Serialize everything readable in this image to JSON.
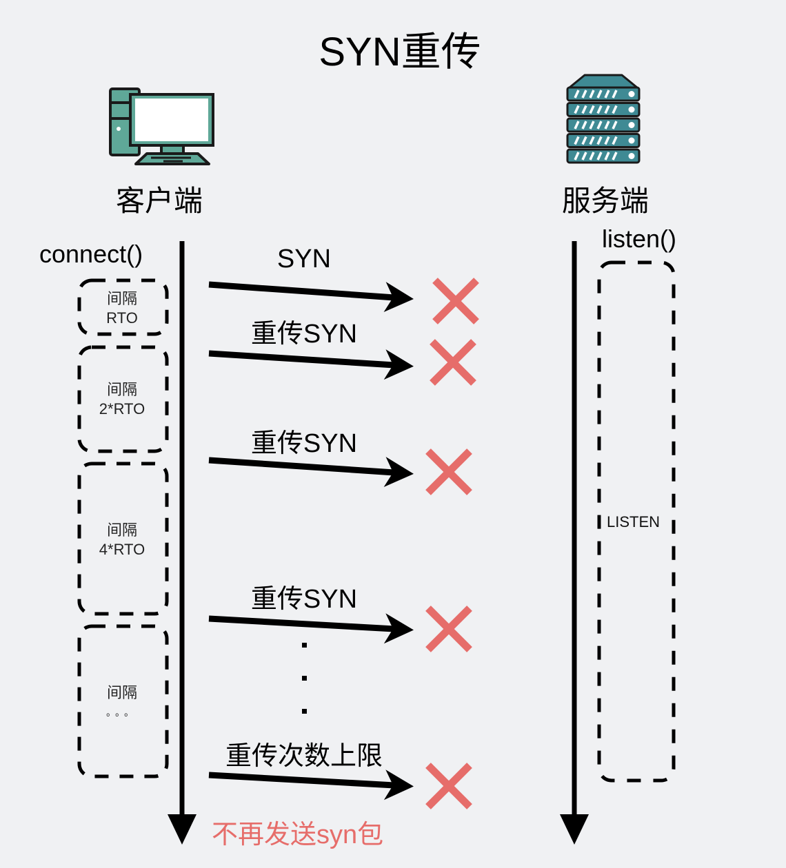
{
  "title": "SYN重传",
  "client": {
    "label": "客户端",
    "icon": "desktop-computer-icon",
    "call": "connect()"
  },
  "server": {
    "label": "服务端",
    "icon": "server-rack-icon",
    "call": "listen()",
    "state": "LISTEN"
  },
  "intervals": [
    {
      "label": "间隔",
      "value": "RTO"
    },
    {
      "label": "间隔",
      "value": "2*RTO"
    },
    {
      "label": "间隔",
      "value": "4*RTO"
    },
    {
      "label": "间隔",
      "value": "。。。"
    }
  ],
  "messages": [
    {
      "label": "SYN",
      "status": "lost"
    },
    {
      "label": "重传SYN",
      "status": "lost"
    },
    {
      "label": "重传SYN",
      "status": "lost"
    },
    {
      "label": "重传SYN",
      "status": "lost"
    },
    {
      "label": "重传次数上限",
      "status": "lost"
    }
  ],
  "ellipsis": "⋮",
  "final_note": "不再发送syn包",
  "colors": {
    "background": "#f0f1f3",
    "lost_mark": "#e66d6a",
    "device_teal": "#5fa898",
    "server_teal": "#3f8a94",
    "line": "#000000"
  }
}
